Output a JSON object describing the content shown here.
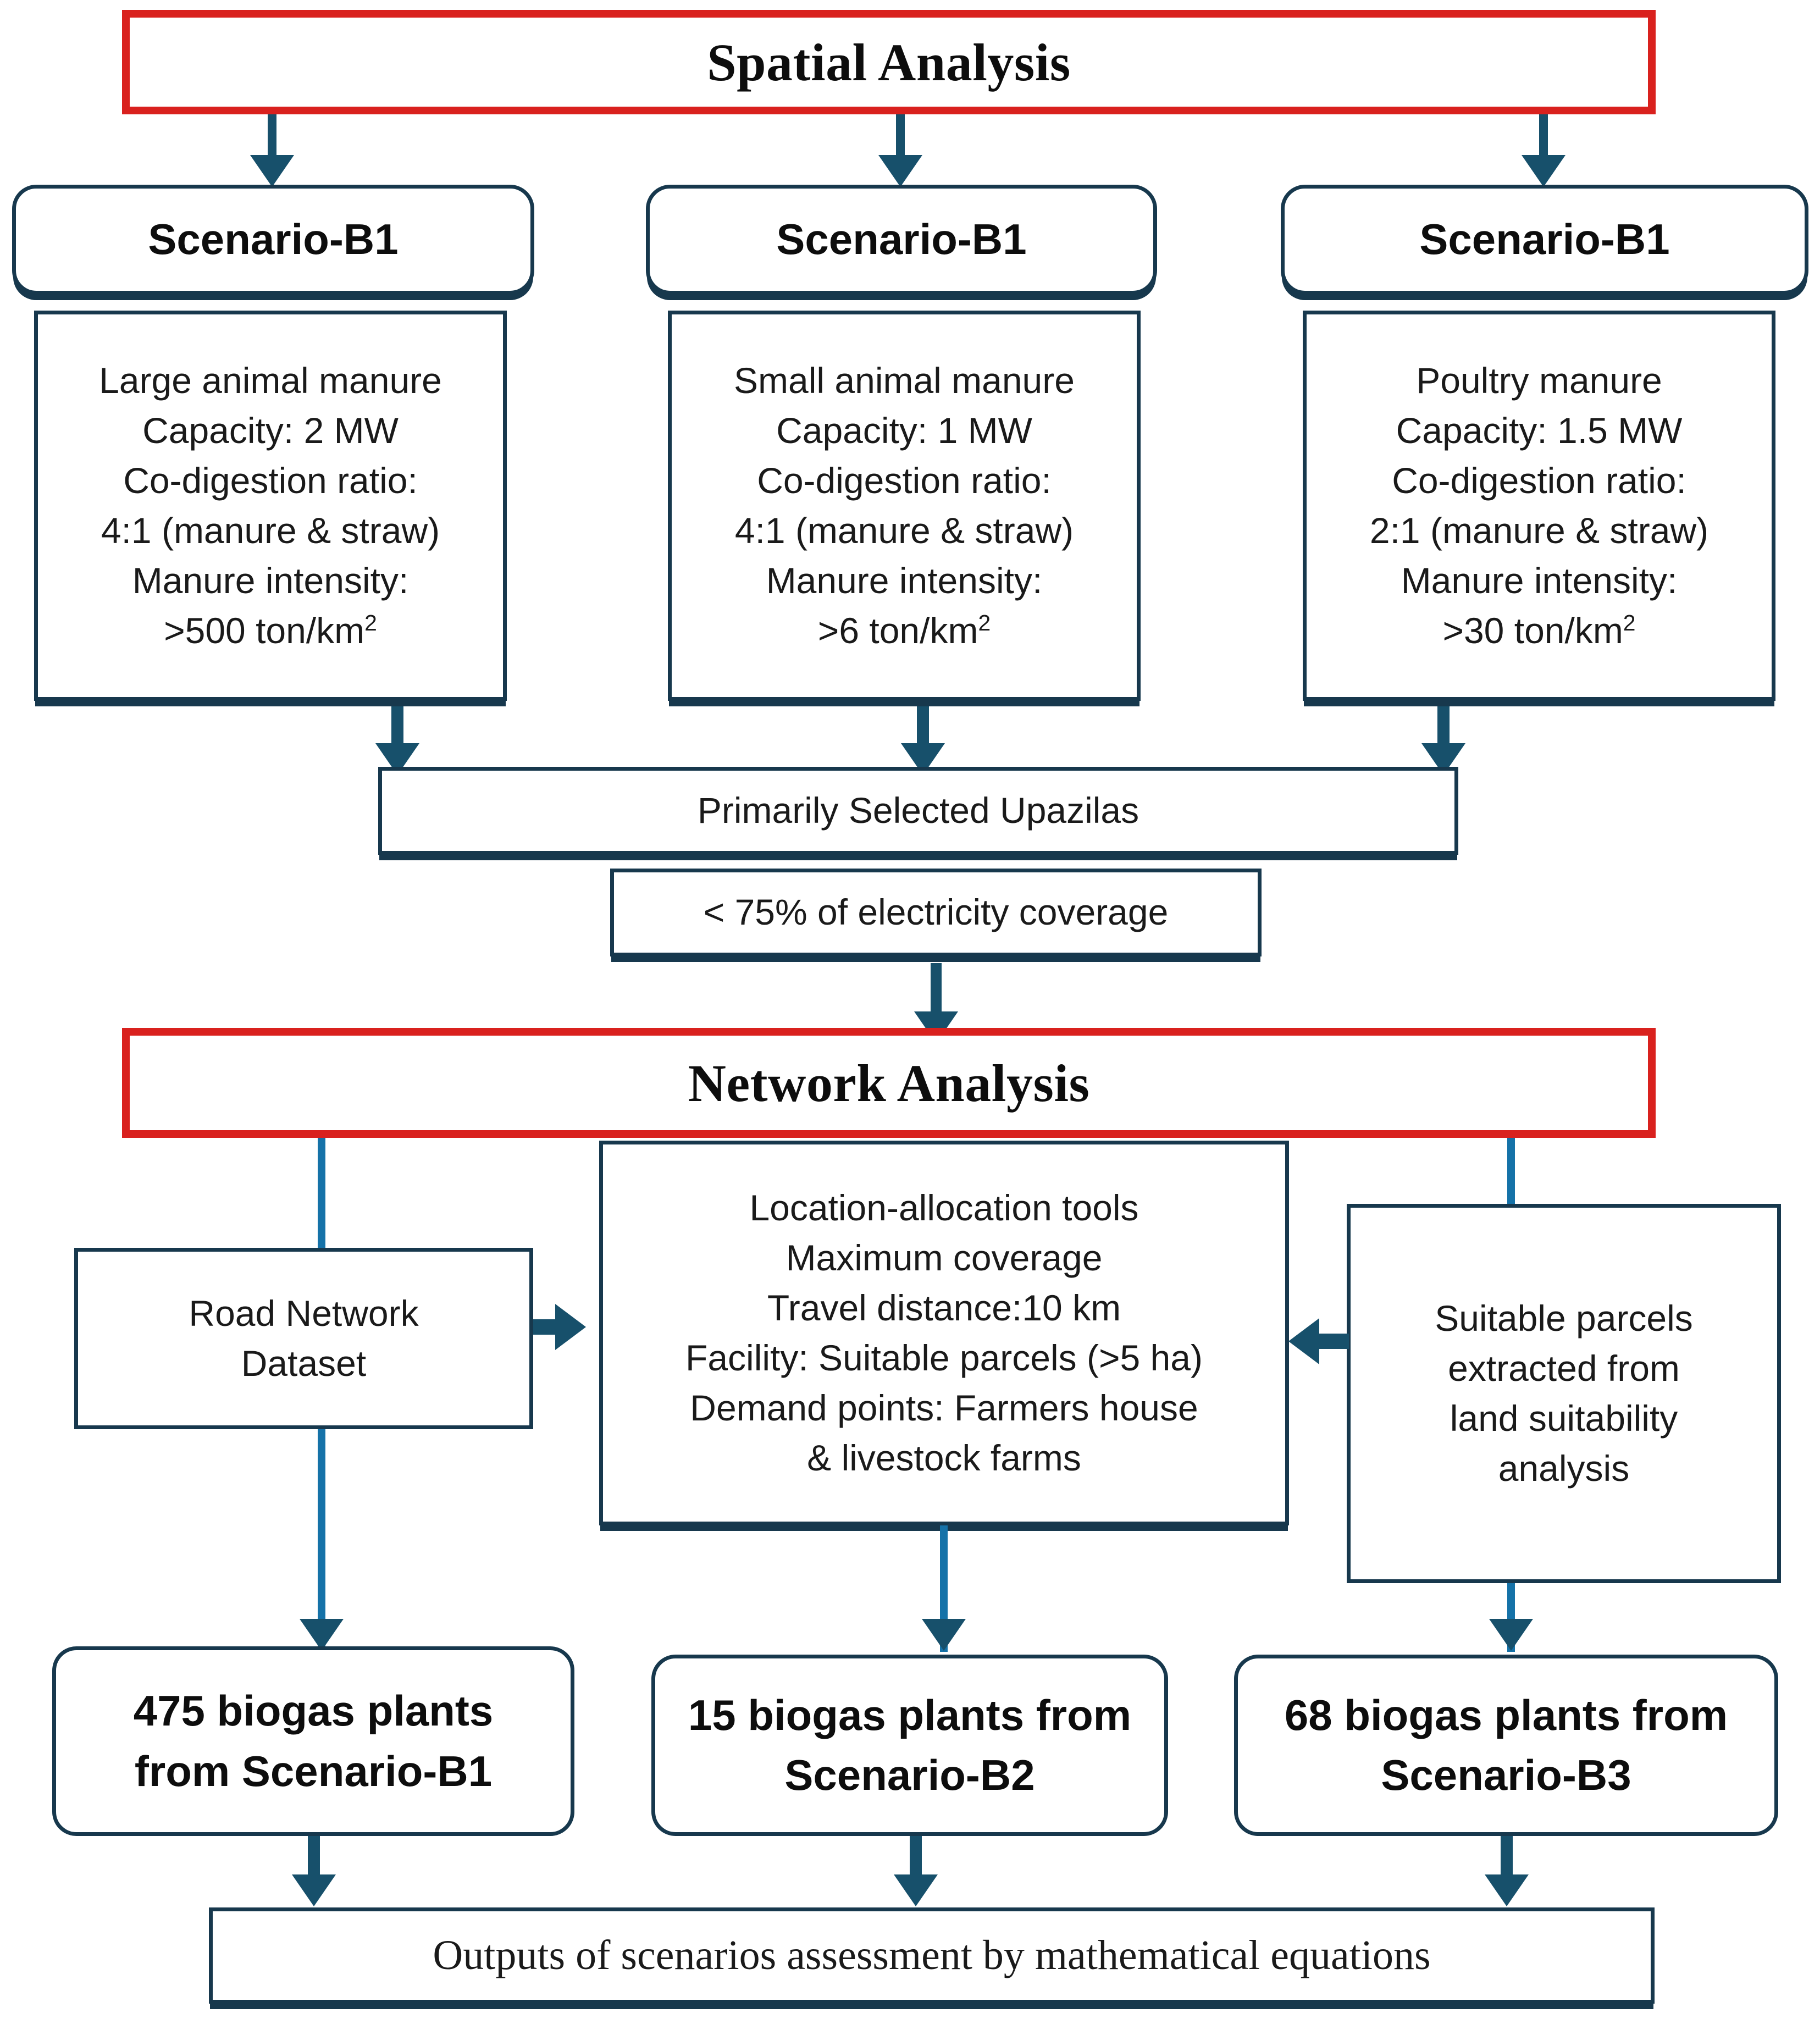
{
  "diagram": {
    "title_spatial": "Spatial Analysis",
    "title_network": "Network Analysis",
    "colors": {
      "section_header_border": "#D9211E",
      "box_border": "#17384d",
      "arrow": "#17506b",
      "connector_line": "#1572a8",
      "background": "#ffffff"
    }
  },
  "spatial": {
    "header": "Spatial Analysis",
    "scenarios": [
      {
        "label": "Scenario-B1",
        "feedstock": "Large animal manure",
        "capacity": "Capacity: 2 MW",
        "ratio_label": "Co-digestion ratio:",
        "ratio_value": "4:1 (manure & straw)",
        "intensity_label": "Manure intensity:",
        "intensity_value": ">500 ton/km",
        "intensity_sup": "2"
      },
      {
        "label": "Scenario-B1",
        "feedstock": "Small animal manure",
        "capacity": "Capacity: 1 MW",
        "ratio_label": "Co-digestion ratio:",
        "ratio_value": "4:1 (manure & straw)",
        "intensity_label": "Manure intensity:",
        "intensity_value": ">6 ton/km",
        "intensity_sup": "2"
      },
      {
        "label": "Scenario-B1",
        "feedstock": "Poultry manure",
        "capacity": "Capacity: 1.5 MW",
        "ratio_label": "Co-digestion ratio:",
        "ratio_value": "2:1 (manure & straw)",
        "intensity_label": "Manure intensity:",
        "intensity_value": ">30 ton/km",
        "intensity_sup": "2"
      }
    ],
    "primarily_selected": "Primarily Selected Upazilas",
    "electricity_filter": "< 75% of electricity coverage"
  },
  "network": {
    "header": "Network Analysis",
    "road_network": "Road Network\nDataset",
    "road_network_line1": "Road Network",
    "road_network_line2": "Dataset",
    "location_allocation": {
      "line1": "Location-allocation tools",
      "line2": "Maximum coverage",
      "line3": "Travel distance:10 km",
      "line4": "Facility: Suitable parcels (>5 ha)",
      "line5": "Demand points: Farmers house",
      "line6": "& livestock farms"
    },
    "suitable_parcels": {
      "line1": "Suitable parcels",
      "line2": "extracted from",
      "line3": "land suitability",
      "line4": "analysis"
    },
    "results": [
      {
        "line1": "475 biogas plants",
        "line2": "from Scenario-B1"
      },
      {
        "line1": "15 biogas plants from",
        "line2": "Scenario-B2"
      },
      {
        "line1": "68 biogas plants from",
        "line2": "Scenario-B3"
      }
    ],
    "outputs": "Outputs of scenarios assessment by mathematical equations"
  }
}
